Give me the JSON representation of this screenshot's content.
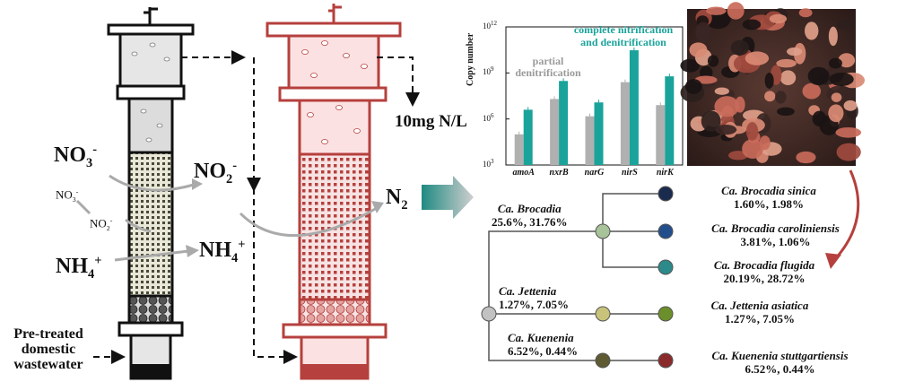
{
  "reactor": {
    "feed_label": [
      "Pre-treated",
      "domestic",
      "wastewater"
    ],
    "no3_main": "NO3-",
    "no2_main": "NO2-",
    "no3_small": "NO3-",
    "no2_small": "NO2-",
    "nh4_in": "NH4+",
    "nh4_out": "NH4+",
    "n2": "N2",
    "rate": "10mg N/L"
  },
  "colors": {
    "reactor1": "#000000",
    "reactor2": "#b5403d",
    "teal": "#1aa39a",
    "grey": "#b0b0b0"
  },
  "chart_data": {
    "type": "bar",
    "categories": [
      "amoA",
      "nxrB",
      "narG",
      "nirS",
      "nirK"
    ],
    "ylabel": "Copy number",
    "yscale": "log",
    "ylim": [
      1000,
      1000000000000
    ],
    "yticks": [
      3,
      6,
      9,
      12
    ],
    "series": [
      {
        "name": "partial denitrification",
        "color": "#b0b0b0",
        "values": [
          100000,
          20000000,
          1500000,
          250000000,
          8000000
        ]
      },
      {
        "name": "complete nitrification and denitrification",
        "color": "#1aa39a",
        "values": [
          4000000,
          300000000,
          12000000,
          30000000000,
          600000000
        ]
      }
    ],
    "annotations": {
      "grey": [
        "partial",
        "denitrification"
      ],
      "teal": [
        "complete nitrification",
        "and denitrification"
      ]
    }
  },
  "tree": {
    "root_label": {
      "name": "Ca. Brocadia",
      "pct": "25.6%, 31.76%"
    },
    "jettenia_label": {
      "name": "Ca. Jettenia",
      "pct": "1.27%, 7.05%"
    },
    "kuenenia_label": {
      "name": "Ca. Kuenenia",
      "pct": "6.52%, 0.44%"
    },
    "leaves": [
      {
        "name": "Ca. Brocadia sinica",
        "pct": "1.60%, 1.98%",
        "color": "#1b2b4e"
      },
      {
        "name": "Ca. Brocadia caroliniensis",
        "pct": "3.81%, 1.06%",
        "color": "#234e8c"
      },
      {
        "name": "Ca. Brocadia flugida",
        "pct": "20.19%, 28.72%",
        "color": "#2c8a8a"
      },
      {
        "name": "Ca. Jettenia asiatica",
        "pct": "1.27%, 7.05%",
        "color": "#6b8f2a"
      },
      {
        "name": "Ca. Kuenenia stuttgartiensis",
        "pct": "6.52%, 0.44%",
        "color": "#8b2a2a"
      }
    ],
    "node_colors": {
      "root": "#c2c2c2",
      "brocadia": "#a8c29a",
      "jettenia": "#c9c27a",
      "kuenenia": "#5e5a32"
    }
  }
}
